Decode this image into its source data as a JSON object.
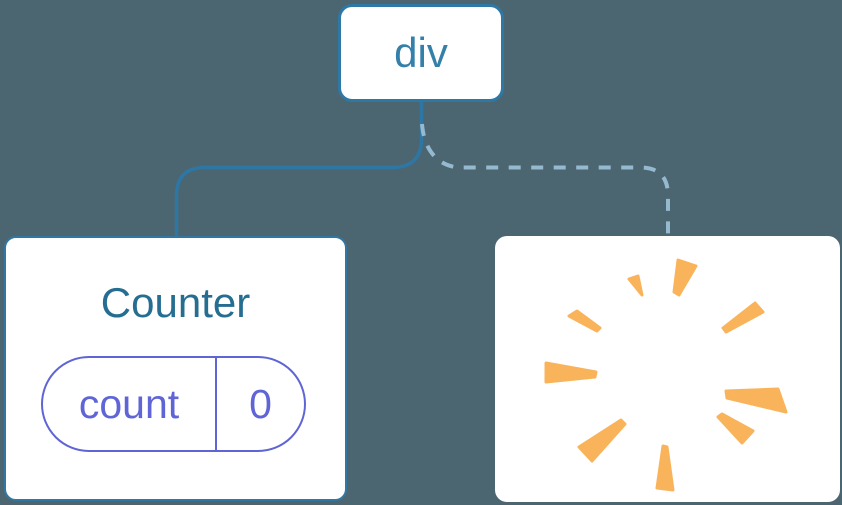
{
  "diagram_title": "component-tree-with-removed-child",
  "root_node": {
    "label": "div"
  },
  "counter_card": {
    "title": "Counter",
    "state_pill": {
      "key": "count",
      "value": "0"
    }
  },
  "removed_card": {
    "icon": "poof-burst-icon"
  },
  "connectors": {
    "left_child": "solid",
    "right_child": "dashed"
  },
  "colors": {
    "background": "#4C6671",
    "node_border_blue": "#2E78A6",
    "node_text_blue": "#3380AA",
    "title_blue": "#266E91",
    "state_purple": "#6065D5",
    "dashed_line_blue": "#95B9CE",
    "poof_orange": "#F9B45B",
    "card_white": "#FFFFFF"
  }
}
